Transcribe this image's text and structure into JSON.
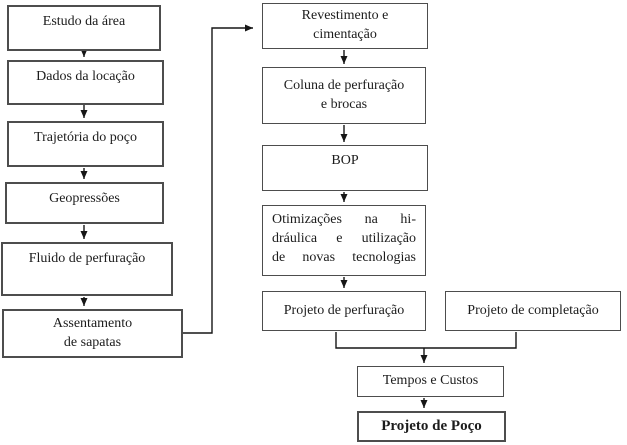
{
  "diagram": {
    "title_implicit": "Fluxo de projeto de poço",
    "nodes": [
      {
        "id": "estudo-da-area",
        "label": "Estudo da área"
      },
      {
        "id": "dados-da-locacao",
        "label": "Dados da locação"
      },
      {
        "id": "trajetoria-do-poco",
        "label": "Trajetória do poço"
      },
      {
        "id": "geopressoes",
        "label": "Geopressões"
      },
      {
        "id": "fluido-de-perfuracao",
        "label": "Fluido de perfuração"
      },
      {
        "id": "assentamento-de-sapatas",
        "label": "Assentamento\nde sapatas"
      },
      {
        "id": "revestimento-e-cimentacao",
        "label": "Revestimento e\ncimentação"
      },
      {
        "id": "coluna-de-perfuracao",
        "label": "Coluna de perfuração\ne brocas"
      },
      {
        "id": "bop",
        "label": "BOP"
      },
      {
        "id": "otimizacoes",
        "label": "Otimizações na hi-\ndráulica e utilização\nde novas tecnologias"
      },
      {
        "id": "projeto-de-perfuracao",
        "label": "Projeto de perfuração"
      },
      {
        "id": "projeto-de-completacao",
        "label": "Projeto de completação"
      },
      {
        "id": "tempos-e-custos",
        "label": "Tempos e Custos"
      },
      {
        "id": "projeto-de-poco",
        "label": "Projeto de Poço"
      }
    ],
    "edges": [
      "estudo-da-area -> dados-da-locacao",
      "dados-da-locacao -> trajetoria-do-poco",
      "trajetoria-do-poco -> geopressoes",
      "geopressoes -> fluido-de-perfuracao",
      "fluido-de-perfuracao -> assentamento-de-sapatas",
      "assentamento-de-sapatas -> revestimento-e-cimentacao",
      "revestimento-e-cimentacao -> coluna-de-perfuracao",
      "coluna-de-perfuracao -> bop",
      "bop -> otimizacoes",
      "otimizacoes -> projeto-de-perfuracao",
      "projeto-de-perfuracao -> tempos-e-custos",
      "projeto-de-completacao -> tempos-e-custos",
      "tempos-e-custos -> projeto-de-poco"
    ],
    "colors": {
      "background": "#ffffff",
      "box_border": "#4d4d4d",
      "arrow": "#161616",
      "text": "#1c1c1c"
    }
  }
}
